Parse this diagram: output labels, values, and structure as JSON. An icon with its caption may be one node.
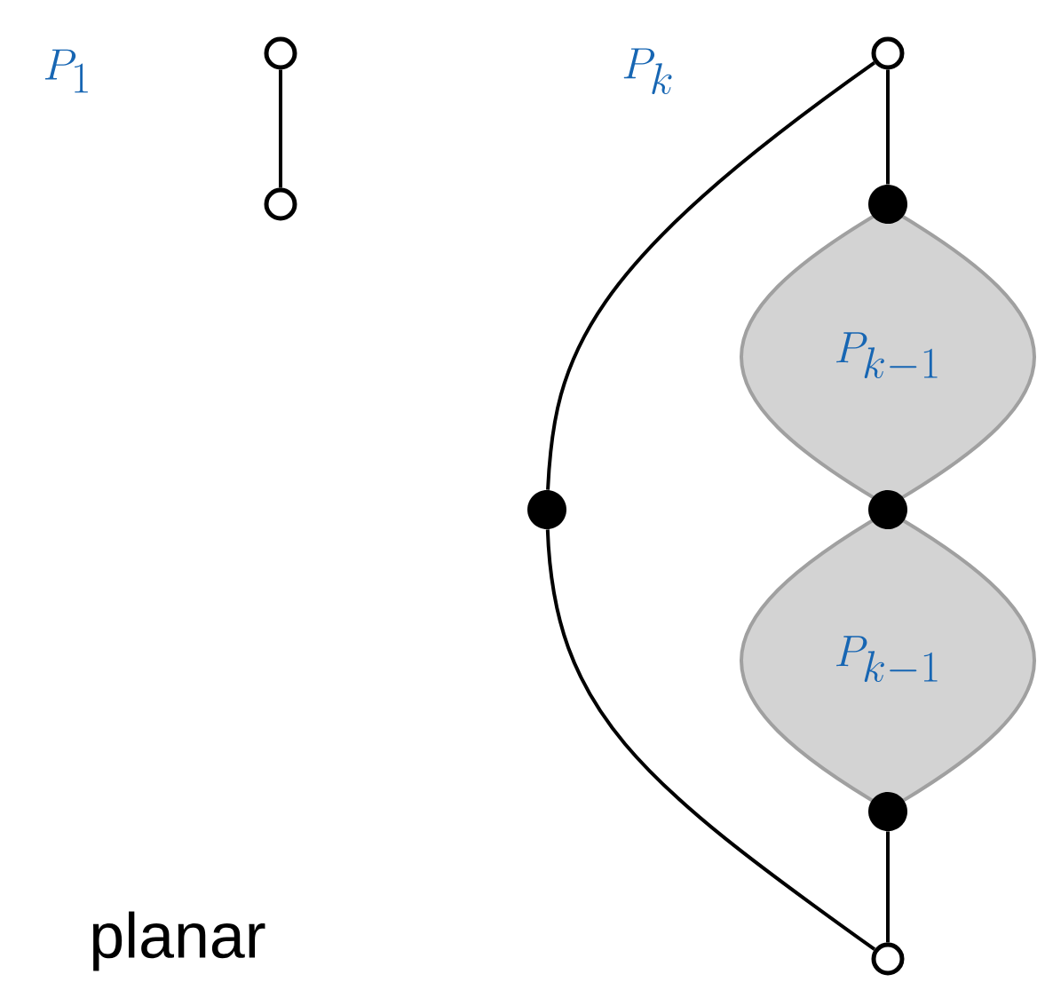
{
  "diagram": {
    "nodes": [
      {
        "text": [],
        "shape": "circle"
      },
      {
        "text": [],
        "shape": "circle"
      },
      {
        "text": [],
        "shape": "circle"
      },
      {
        "text": [],
        "shape": "circle"
      },
      {
        "text": [
          "P_{k-1}"
        ]
      },
      {
        "text": [],
        "shape": "circle"
      },
      {
        "text": [
          "P_{k-1}"
        ]
      },
      {
        "text": [],
        "shape": "circle"
      },
      {
        "text": [],
        "shape": "circle"
      },
      {
        "text": [],
        "shape": "circle"
      }
    ],
    "edges": [
      {
        "from": 0,
        "to": 1,
        "arrow": "none"
      },
      {
        "from": 2,
        "to": 3,
        "arrow": "none"
      },
      {
        "from": 7,
        "to": 8,
        "arrow": "none"
      },
      {
        "from": 2,
        "to": 9,
        "arrow": "none"
      },
      {
        "from": 9,
        "to": 8,
        "arrow": "none"
      }
    ],
    "labels": [
      "P_1",
      "P_k",
      "planar"
    ]
  }
}
